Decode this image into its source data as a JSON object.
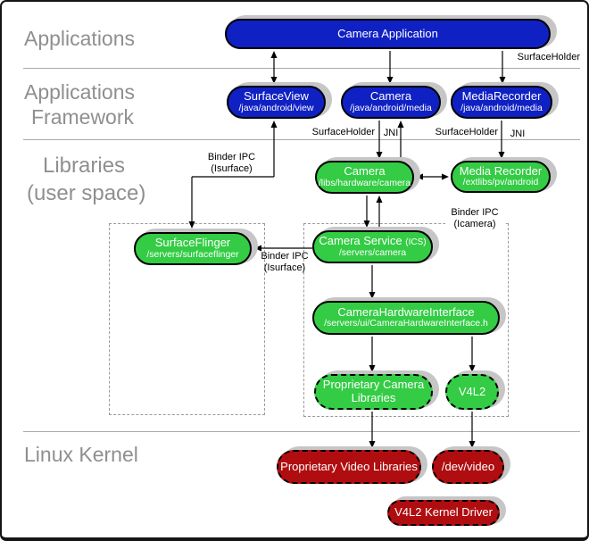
{
  "layers": {
    "applications": "Applications",
    "framework_line1": "Applications",
    "framework_line2": "Framework",
    "libraries_line1": "Libraries",
    "libraries_line2": "(user space)",
    "kernel": "Linux Kernel"
  },
  "nodes": {
    "camera_application": {
      "title": "Camera Application"
    },
    "surface_view": {
      "title": "SurfaceView",
      "path": "/java/android/view"
    },
    "camera_java": {
      "title": "Camera",
      "path": "/java/android/media"
    },
    "media_recorder_java": {
      "title": "MediaRecorder",
      "path": "/java/android/media"
    },
    "camera_lib": {
      "title": "Camera",
      "path": "/libs/hardware/camera"
    },
    "media_recorder_lib": {
      "title": "Media Recorder",
      "path": "/extlibs/pv/android"
    },
    "surface_flinger": {
      "title": "SurfaceFlinger",
      "path": "/servers/surfaceflinger"
    },
    "camera_service": {
      "title": "Camera Service",
      "suffix": "(ICS)",
      "path": "/servers/camera"
    },
    "camera_hardware_interface": {
      "title": "CameraHardwareInterface",
      "path": "/servers/ui/CameraHardwareInterface.h"
    },
    "proprietary_camera_libraries": {
      "title": "Proprietary Camera Libraries"
    },
    "v4l2": {
      "title": "V4L2"
    },
    "proprietary_video_libraries": {
      "title": "Proprietary Video Libraries"
    },
    "dev_video": {
      "title": "/dev/video"
    },
    "v4l2_kernel_driver": {
      "title": "V4L2 Kernel Driver"
    }
  },
  "edge_labels": {
    "surfaceholder_top": "SurfaceHolder",
    "binder_ipc_1_line1": "Binder IPC",
    "binder_ipc_1_line2": "(Isurface)",
    "surfaceholder_camera": "SurfaceHolder",
    "jni_camera": "JNI",
    "surfaceholder_mediarecorder": "SurfaceHolder",
    "jni_mediarecorder": "JNI",
    "binder_ipc_icamera_line1": "Binder IPC",
    "binder_ipc_icamera_line2": "(Icamera)",
    "binder_ipc_2_line1": "Binder IPC",
    "binder_ipc_2_line2": "(Isurface)"
  },
  "colors": {
    "blue": "#1021c4",
    "green": "#33cc44",
    "red": "#b00d10",
    "shadow": "#c6c6c6",
    "layer-text": "#8f8f8f"
  }
}
